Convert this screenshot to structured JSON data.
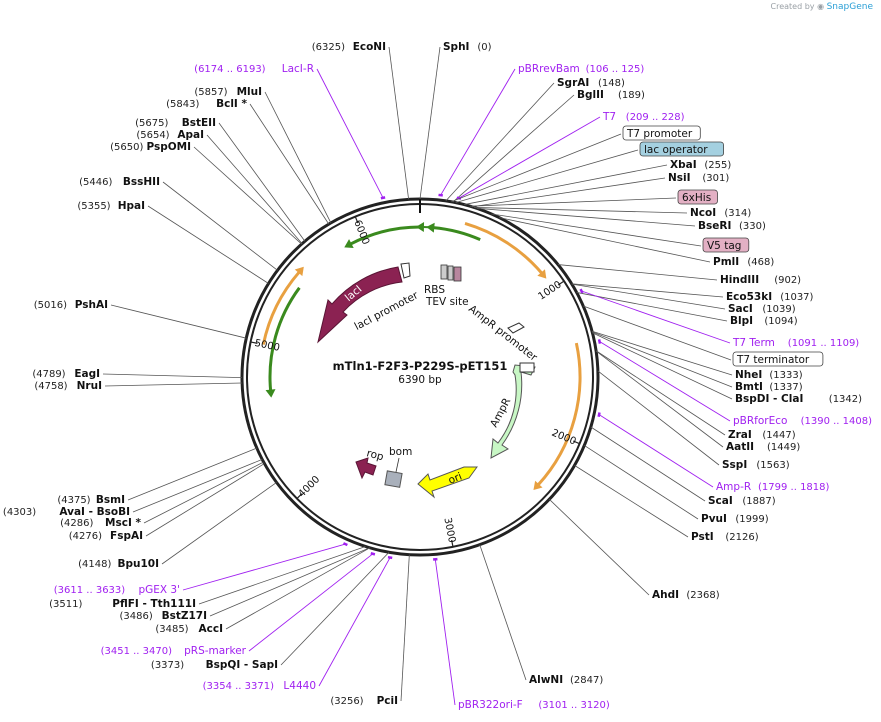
{
  "credit": {
    "prefix": "Created by",
    "brand": "SnapGene"
  },
  "plasmid": {
    "name": "mTln1-F2F3-P229S-pET151",
    "size": "6390 bp",
    "length": 6390
  },
  "ticks": [
    "1000",
    "2000",
    "3000",
    "4000",
    "5000",
    "6000"
  ],
  "sites": [
    {
      "name": "SphI",
      "pos": "(0)",
      "bp": 0
    },
    {
      "name": "SgrAI",
      "pos": "(148)",
      "bp": 148
    },
    {
      "name": "BglII",
      "pos": "(189)",
      "bp": 189
    },
    {
      "name": "XbaI",
      "pos": "(255)",
      "bp": 255
    },
    {
      "name": "NsiI",
      "pos": "(301)",
      "bp": 301
    },
    {
      "name": "NcoI",
      "pos": "(314)",
      "bp": 314
    },
    {
      "name": "BseRI",
      "pos": "(330)",
      "bp": 330
    },
    {
      "name": "PmlI",
      "pos": "(468)",
      "bp": 468
    },
    {
      "name": "HindIII",
      "pos": "(902)",
      "bp": 902
    },
    {
      "name": "Eco53kI",
      "pos": "(1037)",
      "bp": 1037
    },
    {
      "name": "SacI",
      "pos": "(1039)",
      "bp": 1039
    },
    {
      "name": "BlpI",
      "pos": "(1094)",
      "bp": 1094
    },
    {
      "name": "NheI",
      "pos": "(1333)",
      "bp": 1333
    },
    {
      "name": "BmtI",
      "pos": "(1337)",
      "bp": 1337
    },
    {
      "name": "BspDI  - ClaI",
      "pos": "(1342)",
      "bp": 1342
    },
    {
      "name": "ZraI",
      "pos": "(1447)",
      "bp": 1447
    },
    {
      "name": "AatII",
      "pos": "(1449)",
      "bp": 1449
    },
    {
      "name": "SspI",
      "pos": "(1563)",
      "bp": 1563
    },
    {
      "name": "ScaI",
      "pos": "(1887)",
      "bp": 1887
    },
    {
      "name": "PvuI",
      "pos": "(1999)",
      "bp": 1999
    },
    {
      "name": "PstI",
      "pos": "(2126)",
      "bp": 2126
    },
    {
      "name": "AhdI",
      "pos": "(2368)",
      "bp": 2368
    },
    {
      "name": "AlwNI",
      "pos": "(2847)",
      "bp": 2847
    },
    {
      "name": "PciI",
      "pos": "(3256)",
      "bp": 3256
    },
    {
      "name": "BspQI  - SapI",
      "pos": "(3373)",
      "bp": 3373
    },
    {
      "name": "AccI",
      "pos": "(3485)",
      "bp": 3485
    },
    {
      "name": "BstZ17I",
      "pos": "(3486)",
      "bp": 3486
    },
    {
      "name": "PflFI  - Tth111I",
      "pos": "(3511)",
      "bp": 3511
    },
    {
      "name": "Bpu10I",
      "pos": "(4148)",
      "bp": 4148
    },
    {
      "name": "FspAI",
      "pos": "(4276)",
      "bp": 4276
    },
    {
      "name": "MscI *",
      "pos": "(4286)",
      "bp": 4286
    },
    {
      "name": "AvaI  - BsoBI",
      "pos": "(4303)",
      "bp": 4303
    },
    {
      "name": "BsmI",
      "pos": "(4375)",
      "bp": 4375
    },
    {
      "name": "NruI",
      "pos": "(4758)",
      "bp": 4758
    },
    {
      "name": "EagI",
      "pos": "(4789)",
      "bp": 4789
    },
    {
      "name": "PshAI",
      "pos": "(5016)",
      "bp": 5016
    },
    {
      "name": "HpaI",
      "pos": "(5355)",
      "bp": 5355
    },
    {
      "name": "BssHII",
      "pos": "(5446)",
      "bp": 5446
    },
    {
      "name": "PspOMI",
      "pos": "(5650)",
      "bp": 5650
    },
    {
      "name": "ApaI",
      "pos": "(5654)",
      "bp": 5654
    },
    {
      "name": "BstEII",
      "pos": "(5675)",
      "bp": 5675
    },
    {
      "name": "BclI *",
      "pos": "(5843)",
      "bp": 5843
    },
    {
      "name": "MluI",
      "pos": "(5857)",
      "bp": 5857
    },
    {
      "name": "EcoNI",
      "pos": "(6325)",
      "bp": 6325
    }
  ],
  "primers": [
    {
      "name": "pBRrevBam",
      "pos": "(106 .. 125)",
      "bp": 115
    },
    {
      "name": "T7",
      "pos": "(209 .. 228)",
      "bp": 218
    },
    {
      "name": "T7 Term",
      "pos": "(1091 .. 1109)",
      "bp": 1100
    },
    {
      "name": "pBRforEco",
      "pos": "(1390 .. 1408)",
      "bp": 1399
    },
    {
      "name": "Amp-R",
      "pos": "(1799 .. 1818)",
      "bp": 1808
    },
    {
      "name": "pBR322ori-F",
      "pos": "(3101 .. 3120)",
      "bp": 3110
    },
    {
      "name": "L4440",
      "pos": "(3354 .. 3371)",
      "bp": 3362
    },
    {
      "name": "pRS-marker",
      "pos": "(3451 .. 3470)",
      "bp": 3460
    },
    {
      "name": "pGEX 3'",
      "pos": "(3611 .. 3633)",
      "bp": 3622
    },
    {
      "name": "LacI-R",
      "pos": "(6174 .. 6193)",
      "bp": 6183
    }
  ],
  "boxed": [
    {
      "name": "T7 promoter",
      "bp": 180,
      "style": "plain"
    },
    {
      "name": "lac operator",
      "bp": 205,
      "style": "blue"
    },
    {
      "name": "6xHis",
      "bp": 290,
      "style": "pink"
    },
    {
      "name": "V5 tag",
      "bp": 420,
      "style": "pink"
    },
    {
      "name": "T7 terminator",
      "bp": 1180,
      "style": "plain"
    }
  ],
  "features": {
    "lacI": "lacI",
    "lacI_promoter": "lacI promoter",
    "RBS": "RBS",
    "TEV_site": "TEV site",
    "AmpR_promoter": "AmpR promoter",
    "AmpR": "AmpR",
    "ori": "ori",
    "rop": "rop",
    "bom": "bom"
  },
  "colors": {
    "primer": "#a020f0",
    "lacI": "#8b2252",
    "orf_green": "#3a8a1e",
    "orange": "#e8a040",
    "AmpR": "#c8f7c5",
    "ori": "#ffff00",
    "rop": "#8b2252",
    "blue_box": "#a4d0e0",
    "pink_box": "#e3b0c4"
  }
}
